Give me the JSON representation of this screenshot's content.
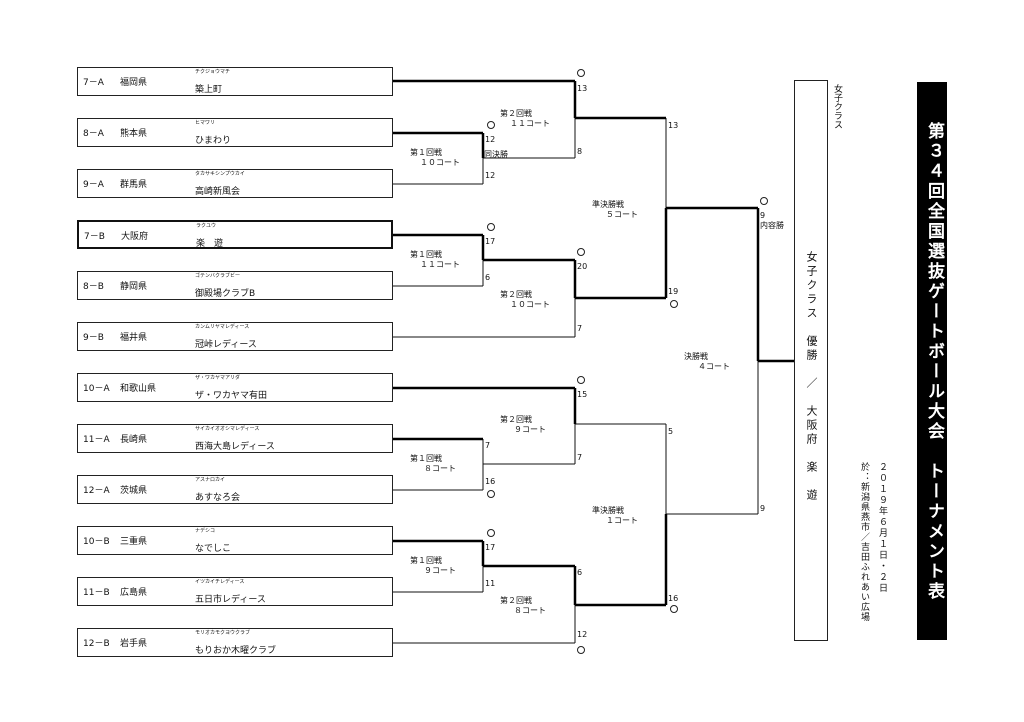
{
  "title": "第３４回全国選抜ゲートボール大会　トーナメント表",
  "class_label": "女子クラス",
  "champion": "女子クラス　優勝　／　大阪府　楽　遊",
  "date": "２０１９年６月１日・２日",
  "venue": "於：新潟県燕市／吉田ふれあい広場",
  "teams": [
    {
      "division": "7－A",
      "pref": "福岡県",
      "ruby": "チクジョウマチ",
      "name": "築上町"
    },
    {
      "division": "8－A",
      "pref": "熊本県",
      "ruby": "ヒマワリ",
      "name": "ひまわり"
    },
    {
      "division": "9－A",
      "pref": "群馬県",
      "ruby": "タカサキシンプウカイ",
      "name": "高崎新風会"
    },
    {
      "division": "7－B",
      "pref": "大阪府",
      "ruby": "ラクユウ",
      "name": "楽　遊"
    },
    {
      "division": "8－B",
      "pref": "静岡県",
      "ruby": "ゴテンバクラブビー",
      "name": "御殿場クラブB"
    },
    {
      "division": "9－B",
      "pref": "福井県",
      "ruby": "カンムリヤマレディース",
      "name": "冠峠レディース"
    },
    {
      "division": "10－A",
      "pref": "和歌山県",
      "ruby": "ザ・ワカヤマアリダ",
      "name": "ザ・ワカヤマ有田"
    },
    {
      "division": "11－A",
      "pref": "長崎県",
      "ruby": "サイカイオオシマレディース",
      "name": "西海大島レディース"
    },
    {
      "division": "12－A",
      "pref": "茨城県",
      "ruby": "アスナロカイ",
      "name": "あすなろ会"
    },
    {
      "division": "10－B",
      "pref": "三重県",
      "ruby": "ナデシコ",
      "name": "なでしこ"
    },
    {
      "division": "11－B",
      "pref": "広島県",
      "ruby": "イツカイチレディース",
      "name": "五日市レディース"
    },
    {
      "division": "12－B",
      "pref": "岩手県",
      "ruby": "モリオカモクヨウクラブ",
      "name": "もりおか木曜クラブ"
    }
  ],
  "rounds": {
    "r1a": "第１回戦",
    "r1a_court": "１０コート",
    "r1b": "第１回戦",
    "r1b_court": "１１コート",
    "r1c": "第１回戦",
    "r1c_court": "８コート",
    "r1d": "第１回戦",
    "r1d_court": "９コート",
    "r2a": "第２回戦",
    "r2a_court": "１１コート",
    "r2b": "第２回戦",
    "r2b_court": "１０コート",
    "r2c": "第２回戦",
    "r2c_court": "９コート",
    "r2d": "第２回戦",
    "r2d_court": "８コート",
    "sf1": "準決勝戦",
    "sf1_court": "５コート",
    "sf2": "準決勝戦",
    "sf2_court": "１コート",
    "final": "決勝戦",
    "final_court": "４コート",
    "same_score": "同決勝",
    "content_win": "内容勝"
  },
  "scores": {
    "r1a_top": "12",
    "r1a_bot": "12",
    "r1b_top": "17",
    "r1b_bot": "6",
    "r1c_top": "7",
    "r1c_bot": "16",
    "r1d_top": "17",
    "r1d_bot": "11",
    "r2a_top": "13",
    "r2a_bot": "8",
    "r2b_top": "20",
    "r2b_bot": "7",
    "r2c_top": "15",
    "r2c_bot": "7",
    "r2d_top": "6",
    "r2d_bot": "12",
    "sf1_top": "13",
    "sf1_bot": "19",
    "sf2_top": "5",
    "sf2_bot": "16",
    "final_top": "9",
    "final_bot": "9"
  }
}
